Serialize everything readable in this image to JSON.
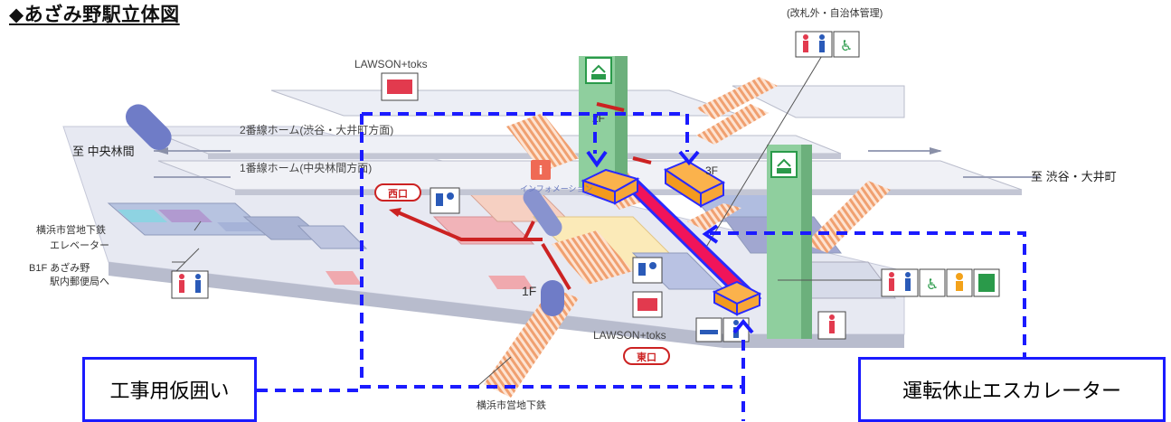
{
  "title": "◆あざみ野駅立体図",
  "labels": {
    "toilet_note": "(改札外・自治体管理)",
    "lawson_top": "LAWSON+toks",
    "lawson_bottom": "LAWSON+toks",
    "platform2": "2番線ホーム(渋谷・大井町方面)",
    "platform1": "1番線ホーム(中央林間方面)",
    "dir_left": "至 中央林間",
    "dir_right": "至 渋谷・大井町",
    "west_exit": "西口",
    "east_exit": "東口",
    "floor_1f": "1F",
    "floor_2f": "2F",
    "floor_3f": "3F",
    "subway_elevator_1": "横浜市営地下鉄",
    "subway_elevator_2": "エレベーター",
    "b1f_1": "B1F あざみ野",
    "b1f_2": "駅内郵便局へ",
    "subway_bottom": "横浜市営地下鉄",
    "info_center": "インフォメーション"
  },
  "callouts": {
    "temp_fence": "工事用仮囲い",
    "escalator_stopped": "運転休止エスカレーター"
  },
  "colors": {
    "callout_border": "#1b1bff",
    "escalator": "#f0145a",
    "escalator_top": "#f7a637",
    "route": "#cc2222",
    "elevator": "#7fc68f",
    "stairs": "#f0a070"
  }
}
